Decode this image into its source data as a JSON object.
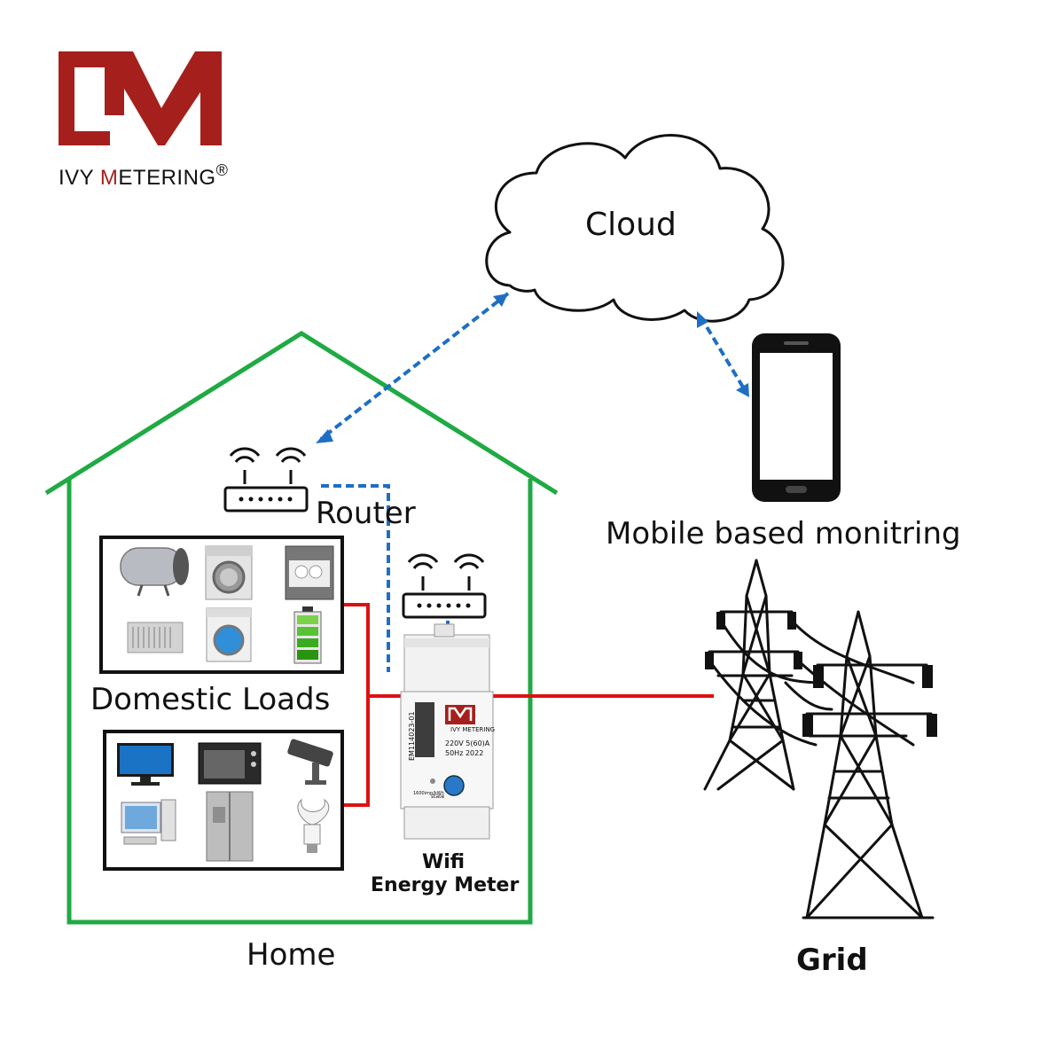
{
  "brand": {
    "name_i": "I",
    "name_vy": "VY ",
    "name_m": "M",
    "name_etering": "ETERING",
    "registered": "®",
    "color": "#a5201c"
  },
  "labels": {
    "cloud": "Cloud",
    "router": "Router",
    "mobile": "Mobile based monitring",
    "domestic_loads": "Domestic Loads",
    "meter_line1": "Wifi",
    "meter_line2": "Energy Meter",
    "home": "Home",
    "grid": "Grid"
  },
  "meter": {
    "brand": "IVY METERING",
    "model": "EM114023-01",
    "rating1": "220V  5(60)A",
    "rating2": "50Hz  2022",
    "state": "state",
    "imp": "1600imp/kWh"
  },
  "colors": {
    "house": "#1faa44",
    "wire": "#dd1111",
    "link": "#1e6fc4",
    "line": "#111111"
  }
}
